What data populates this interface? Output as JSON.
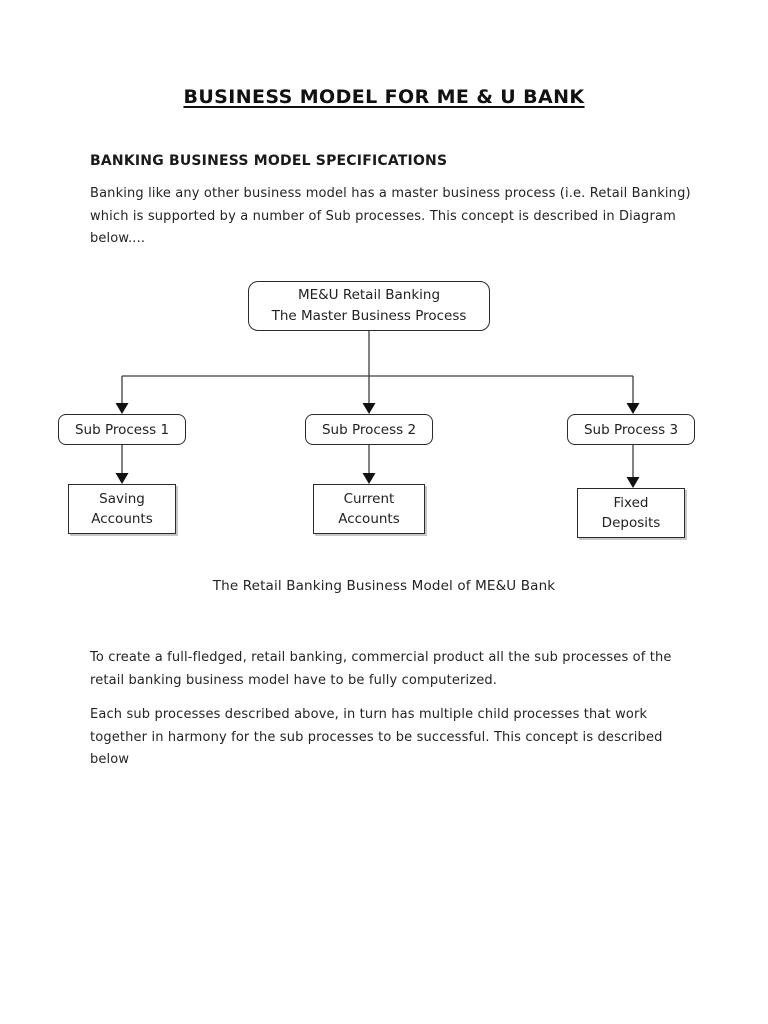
{
  "document": {
    "title": "BUSINESS MODEL FOR ME & U BANK",
    "section_heading": "BANKING BUSINESS MODEL SPECIFICATIONS",
    "paragraph_1": [
      "Banking like any other business model has a master business process (i.e. Retail Banking)",
      "which is supported by a number of Sub processes. This concept is described in Diagram",
      "below...."
    ],
    "paragraph_2": [
      "To create a full-fledged, retail banking, commercial product all the sub processes of the",
      "retail banking business model have to be fully computerized."
    ],
    "paragraph_3": [
      "Each sub processes described above, in turn has multiple child processes that work",
      "together in harmony for the sub processes to be successful. This concept is described",
      "below"
    ]
  },
  "diagram": {
    "master_box": [
      "ME&U Retail Banking",
      "The Master Business Process"
    ],
    "sub_process_1": "Sub Process 1",
    "sub_process_2": "Sub Process 2",
    "sub_process_3": "Sub Process 3",
    "account_1": [
      "Saving",
      "Accounts"
    ],
    "account_2": [
      "Current",
      "Accounts"
    ],
    "account_3": [
      "Fixed",
      "Deposits"
    ],
    "caption": "The Retail Banking Business Model of ME&U Bank"
  },
  "colors": {
    "page_background": "#ffffff",
    "text": "#1c1c1c",
    "box_border": "#2b2b2b",
    "connector": "#3d3d3d"
  }
}
